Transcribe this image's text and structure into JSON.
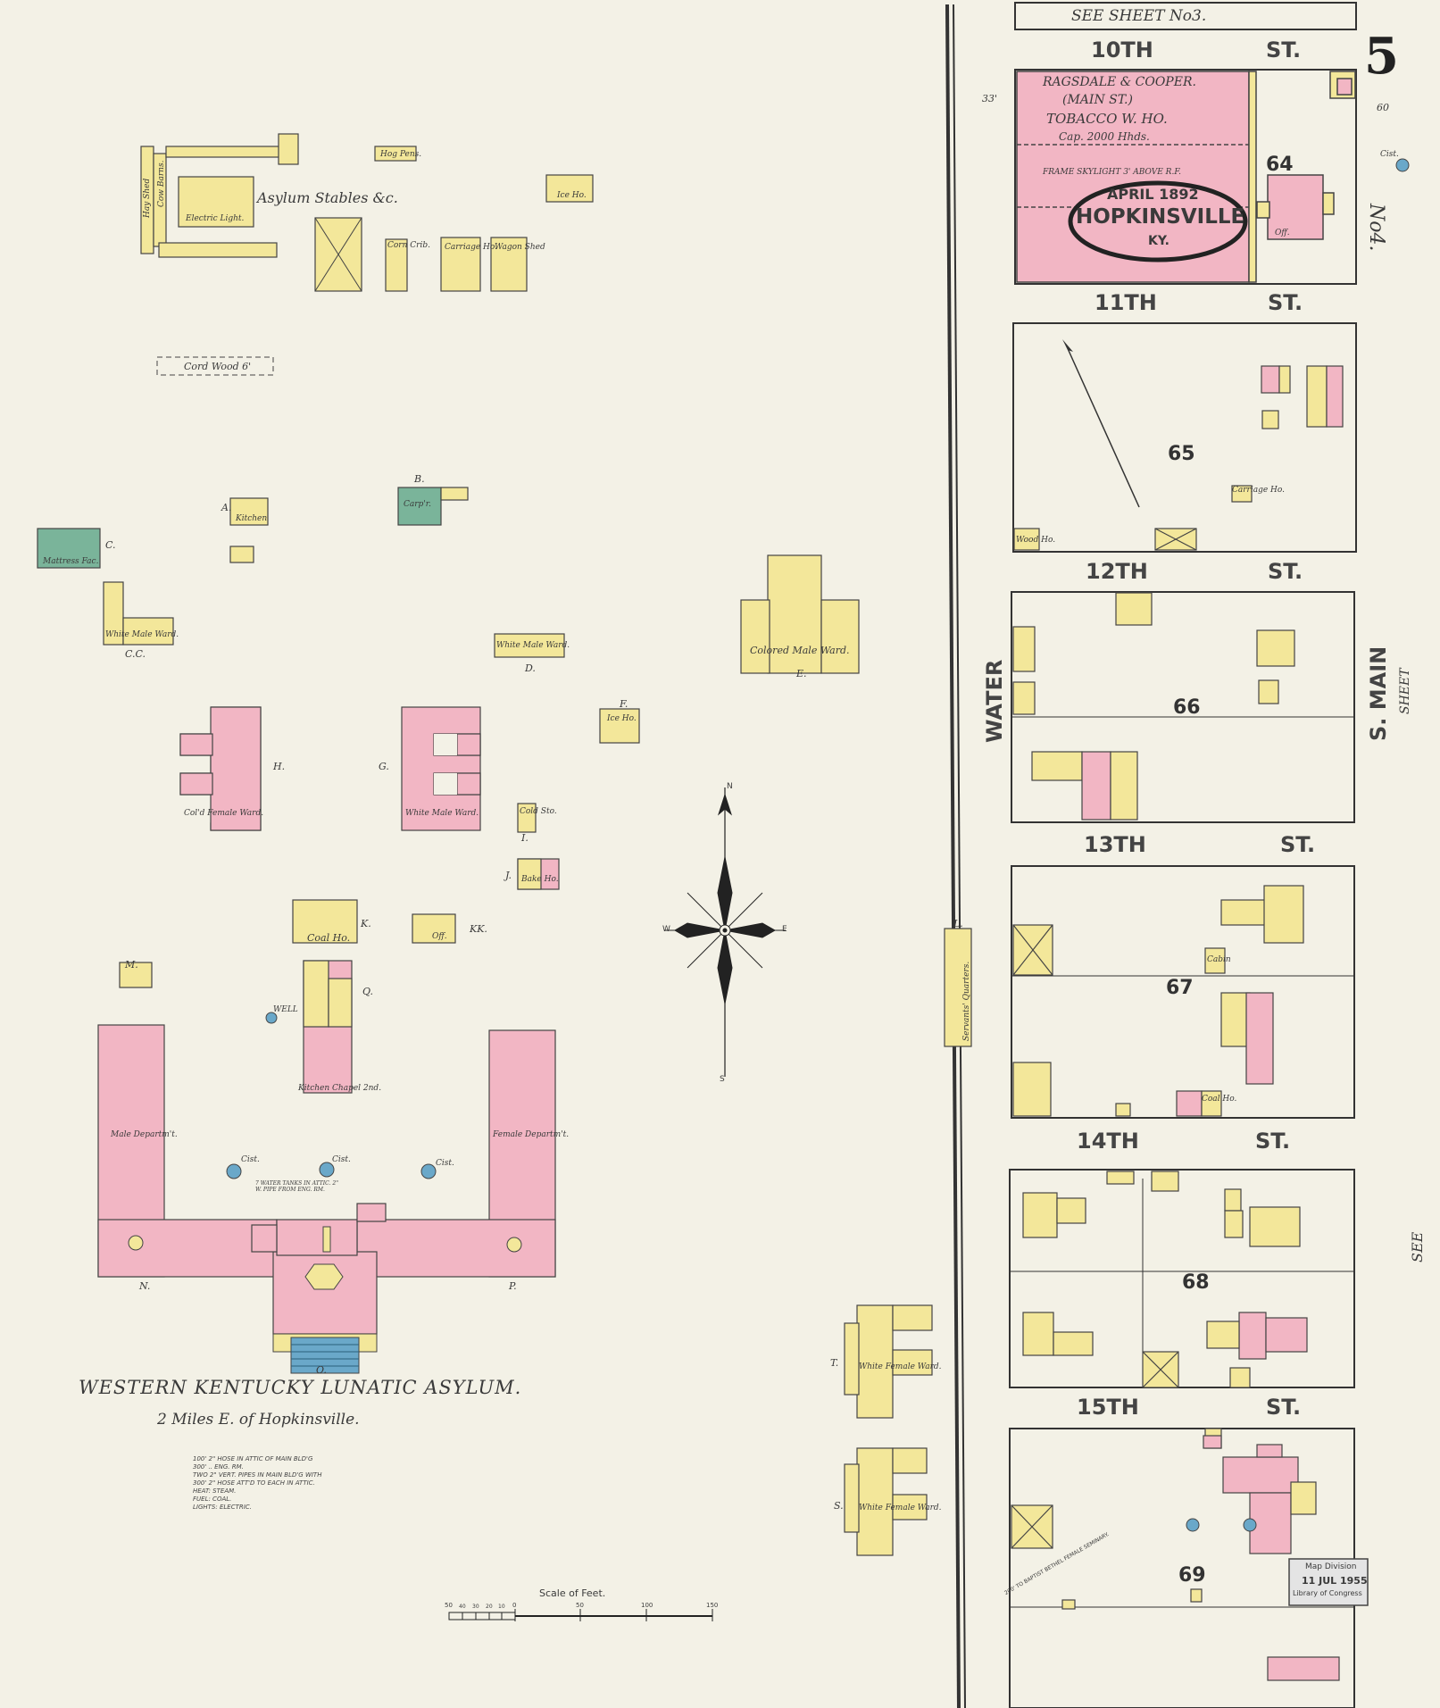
{
  "sheet": {
    "number": "5",
    "see_sheet_top": "SEE       SHEET       No3.",
    "see_sheet_side": "No4.",
    "see_bottom": "SEE",
    "s_main_sheet": "SHEET"
  },
  "title_stamp": {
    "date": "APRIL 1892",
    "city": "HOPKINSVILLE",
    "state": "KY."
  },
  "streets": {
    "st10": "10TH",
    "st11": "11TH",
    "st12": "12TH",
    "st13": "13TH",
    "st14": "14TH",
    "st15": "15TH",
    "st_suffix": "ST.",
    "water": "WATER",
    "s_main": "S. MAIN"
  },
  "blocks": [
    "64",
    "65",
    "66",
    "67",
    "68",
    "69"
  ],
  "warehouse": {
    "name": "RAGSDALE & COOPER.",
    "sub": "(MAIN ST.)",
    "type": "TOBACCO W. HO.",
    "cap": "Cap. 2000 Hhds.",
    "skylight": "FRAME SKYLIGHT 3' ABOVE R.F.",
    "office": "Off."
  },
  "asylum": {
    "title": "WESTERN KENTUCKY LUNATIC ASYLUM.",
    "subtitle": "2 Miles E. of Hopkinsville.",
    "notes": [
      "100' 2\" HOSE IN ATTIC OF MAIN BLD'G",
      "300' .. ENG. RM.",
      "TWO 2\" VERT. PIPES IN MAIN BLD'G WITH",
      "300' 2\" HOSE ATT'D TO EACH IN ATTIC.",
      "HEAT: STEAM.",
      "FUEL: COAL.",
      "LIGHTS: ELECTRIC."
    ],
    "labels": {
      "stables": "Asylum Stables &c.",
      "electric": "Electric Light.",
      "cow_barns": "Cow Barns.",
      "hay_shed": "Hay Shed",
      "hog_pens": "Hog Pens.",
      "ice_ho": "Ice Ho.",
      "corn_crib": "Corn Crib.",
      "carriage_ho": "Carriage Ho.",
      "wagon_shed": "Wagon Shed",
      "cord_wood": "Cord Wood 6'",
      "mattress": "Mattress Fac.",
      "kitchen": "Kitchen",
      "carp": "Carp'r.",
      "white_male_ward_a": "White Male Ward.",
      "white_male_ward_b": "White Male Ward.",
      "white_male_ward_c": "White Male Ward.",
      "colored_male_ward": "Colored Male Ward.",
      "ice_ho2": "Ice Ho.",
      "cold_female_ward": "Col'd Female Ward.",
      "coal_ho": "Coal Ho.",
      "off": "Off.",
      "cold_sto": "Cold Sto.",
      "bake_ho": "Bake Ho.",
      "male_dept": "Male Departm't.",
      "female_dept": "Female Departm't.",
      "kitchen_chapel": "Kitchen Chapel 2nd.",
      "servants": "Servants' Quarters.",
      "white_female_ward_t": "White Female Ward.",
      "white_female_ward_s": "White Female Ward.",
      "cist": "Cist.",
      "well": "WELL",
      "water_tanks": "7 WATER TANKS IN ATTIC. 2\" W. PIPE FROM ENG. RM."
    },
    "letters": [
      "A.",
      "B.",
      "C.",
      "C.C.",
      "D.",
      "E.",
      "F.",
      "G.",
      "H.",
      "I.",
      "J.",
      "K.",
      "KK.",
      "L.",
      "M.",
      "N.",
      "O.",
      "P.",
      "Q.",
      "S.",
      "T."
    ]
  },
  "scale": {
    "label": "Scale of Feet.",
    "ticks": [
      "50",
      "40",
      "30",
      "20",
      "10",
      "0",
      "50",
      "100",
      "150"
    ]
  },
  "compass": {
    "n": "N",
    "s": "S",
    "e": "E",
    "w": "W"
  },
  "stamp": {
    "line1": "Map Division",
    "line2": "11 JUL 1955",
    "line3": "Library of Congress"
  },
  "misc": {
    "wood_ho": "Wood Ho.",
    "carriage": "Carriage Ho.",
    "cabin": "Cabin",
    "coal": "Coal Ho.",
    "dist_60": "60",
    "dist_33": "33'",
    "cist_right": "Cist.",
    "baptist": "200' TO BAPTIST BETHEL FEMALE SEMINARY."
  },
  "colors": {
    "brick": "#f2b6c4",
    "frame": "#f3e79a",
    "stone": "#6aa8c9",
    "paper": "#f3f1e6",
    "special": "#7ab49a"
  }
}
